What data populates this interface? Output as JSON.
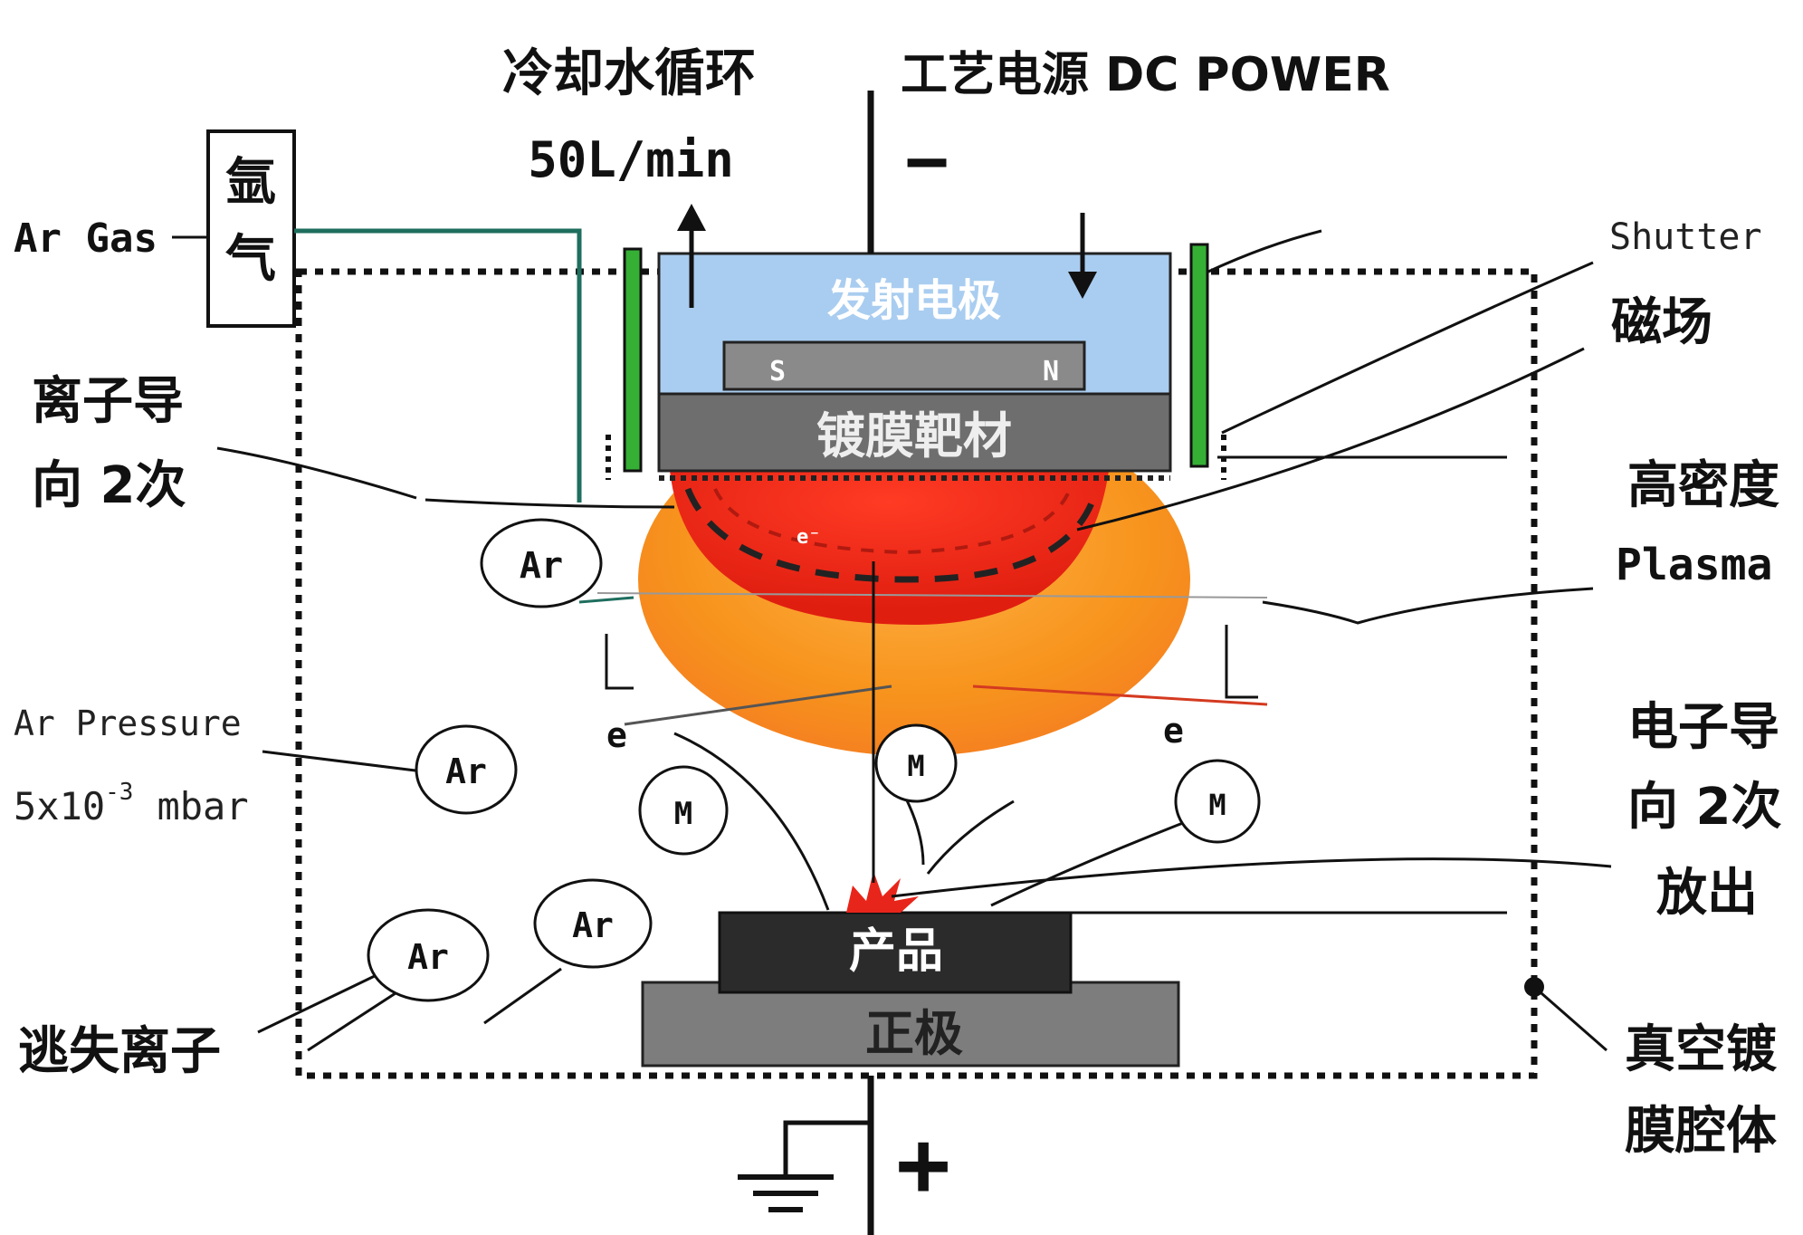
{
  "labels": {
    "cooling_water": "冷却水循环",
    "flow_rate": "50L/min",
    "power_supply": "工艺电源 DC POWER",
    "minus": "−",
    "plus": "+",
    "argon_gas_en": "Ar Gas",
    "argon_gas_cn": "氩气",
    "shutter": "Shutter",
    "magnetic_field": "磁场",
    "ion_guide": "离子导",
    "ion_guide_2": "向 2次",
    "high_density": "高密度",
    "plasma": "Plasma",
    "ar_pressure": "Ar Pressure",
    "pressure_value": "5x10",
    "pressure_exp": "-3",
    "pressure_unit": "mbar",
    "electron_guide": "电子导",
    "electron_guide_2": "向 2次",
    "release": "放出",
    "lost_ions": "逃失离子",
    "vacuum_chamber": "真空镀",
    "vacuum_chamber_2": "膜腔体",
    "cathode": "发射电极",
    "magnet_s": "S",
    "magnet_n": "N",
    "target": "镀膜靶材",
    "product": "产品",
    "anode": "正极",
    "electron": "e",
    "plasma_electron": "e⁻"
  },
  "particles": {
    "argon": "Ar",
    "metal": "M"
  },
  "colors": {
    "cathode_fill": "#a9cdf0",
    "target_fill": "#6e6e6e",
    "magnet_fill": "#8a8a8a",
    "product_fill": "#2b2b2b",
    "anode_fill": "#7d7d7d",
    "shutter_fill": "#35b035",
    "plasma_outer": "#f7941d",
    "plasma_inner": "#ee2a1b",
    "gas_pipe": "#1f6e5e",
    "spark": "#e8251a"
  }
}
